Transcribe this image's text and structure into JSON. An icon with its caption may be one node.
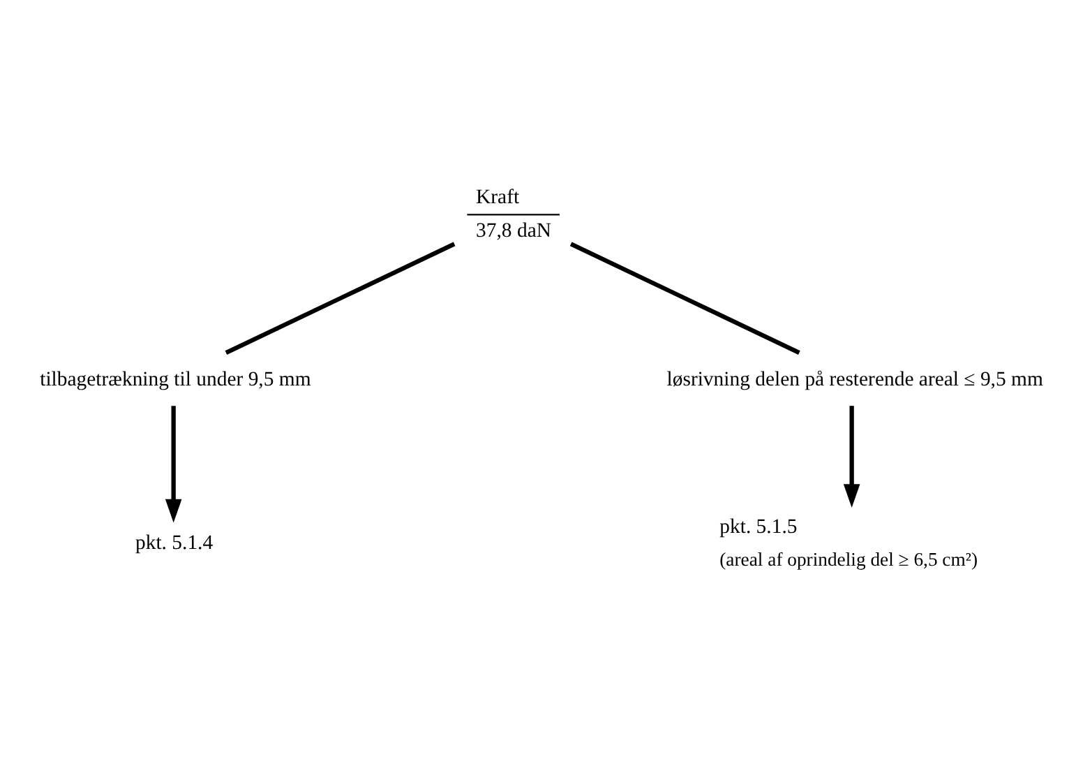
{
  "diagram": {
    "nodes": [
      {
        "text": [
          "Kraft",
          "37,8 daN"
        ]
      },
      {
        "text": [
          "tilbagetrækning til under 9,5 mm"
        ]
      },
      {
        "text": [
          "løsrivning delen på resterende areal ≤ 9,5 mm"
        ]
      },
      {
        "text": [
          "pkt. 5.1.4"
        ]
      },
      {
        "text": [
          "pkt. 5.1.5"
        ],
        "beside": [
          "(areal af oprindelig del ≥ 6,5 cm²)"
        ]
      }
    ],
    "edges": [
      {
        "from": 0,
        "to": 1,
        "arrow": "none"
      },
      {
        "from": 0,
        "to": 2,
        "arrow": "none"
      },
      {
        "from": 1,
        "to": 3,
        "arrow": "to"
      },
      {
        "from": 2,
        "to": 4,
        "arrow": "to"
      }
    ]
  }
}
